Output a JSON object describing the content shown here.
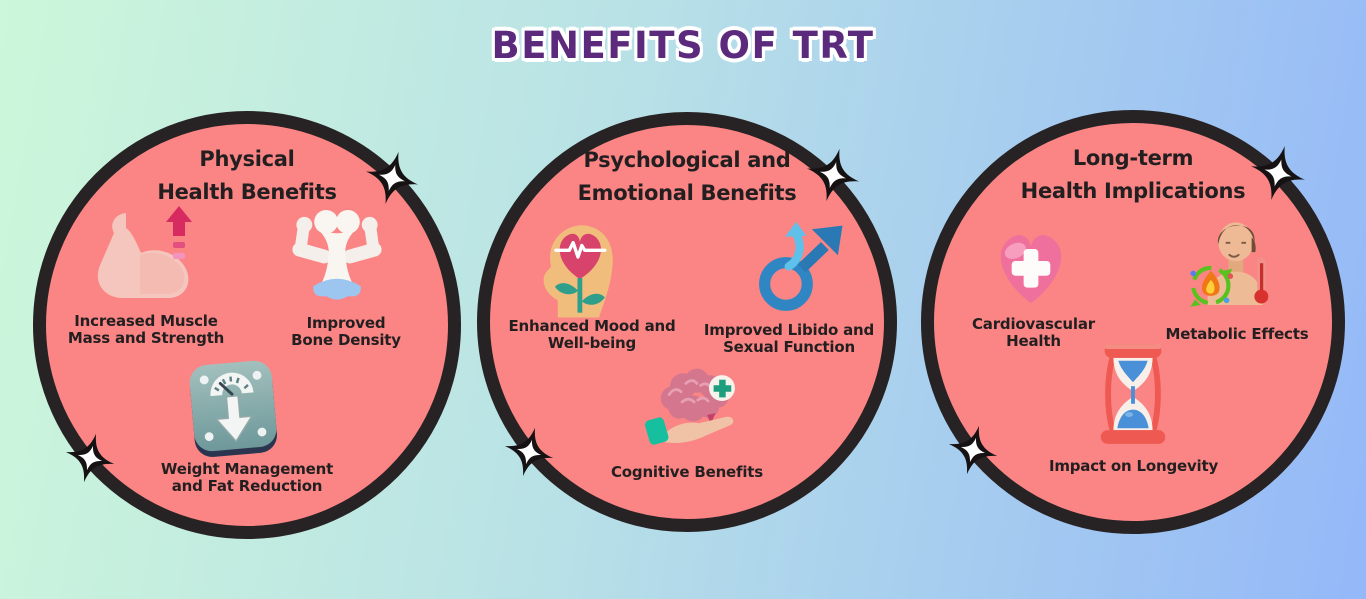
{
  "title": "BENEFITS OF TRT",
  "colors": {
    "background_left": "#cdf7da",
    "background_mid": "#b9e2e6",
    "background_right": "#94b8f8",
    "circle_fill": "#fb8585",
    "circle_border": "#272223",
    "title_color": "#5c2a7d",
    "title_outline": "#ffffff",
    "text_color": "#231f20",
    "sparkle_fill": "#161214",
    "sparkle_center": "#ffffff"
  },
  "icons": {
    "sparkle": "four-point-sparkle",
    "muscle": "flexed-bicep-with-up-arrow",
    "bone": "bone-with-muscle-arms",
    "scale": "weight-scale-with-down-arrow",
    "head_heart": "head-with-heartbeat-flower",
    "male_symbol": "male-symbol-with-arrows",
    "brain_hand": "hand-holding-brain-with-plus",
    "heart_cross": "heart-with-medical-cross",
    "metabolism": "man-with-flame-ring-and-thermometer",
    "hourglass": "hourglass-with-blue-sand"
  },
  "circles": [
    {
      "title_line1": "Physical",
      "title_line2": "Health Benefits",
      "items": [
        {
          "icon": "muscle",
          "label_lines": [
            "Increased Muscle",
            "Mass and Strength"
          ]
        },
        {
          "icon": "bone",
          "label_lines": [
            "Improved",
            "Bone Density"
          ]
        },
        {
          "icon": "scale",
          "label_lines": [
            "Weight Management",
            "and Fat Reduction"
          ]
        }
      ]
    },
    {
      "title_line1": "Psychological and",
      "title_line2": "Emotional Benefits",
      "items": [
        {
          "icon": "head_heart",
          "label_lines": [
            "Enhanced Mood and",
            "Well-being"
          ]
        },
        {
          "icon": "male_symbol",
          "label_lines": [
            "Improved Libido and",
            "Sexual Function"
          ]
        },
        {
          "icon": "brain_hand",
          "label_lines": [
            "Cognitive Benefits"
          ]
        }
      ]
    },
    {
      "title_line1": "Long-term",
      "title_line2": "Health Implications",
      "items": [
        {
          "icon": "heart_cross",
          "label_lines": [
            "Cardiovascular",
            "Health"
          ]
        },
        {
          "icon": "metabolism",
          "label_lines": [
            "Metabolic Effects"
          ]
        },
        {
          "icon": "hourglass",
          "label_lines": [
            "Impact on Longevity"
          ]
        }
      ]
    }
  ]
}
